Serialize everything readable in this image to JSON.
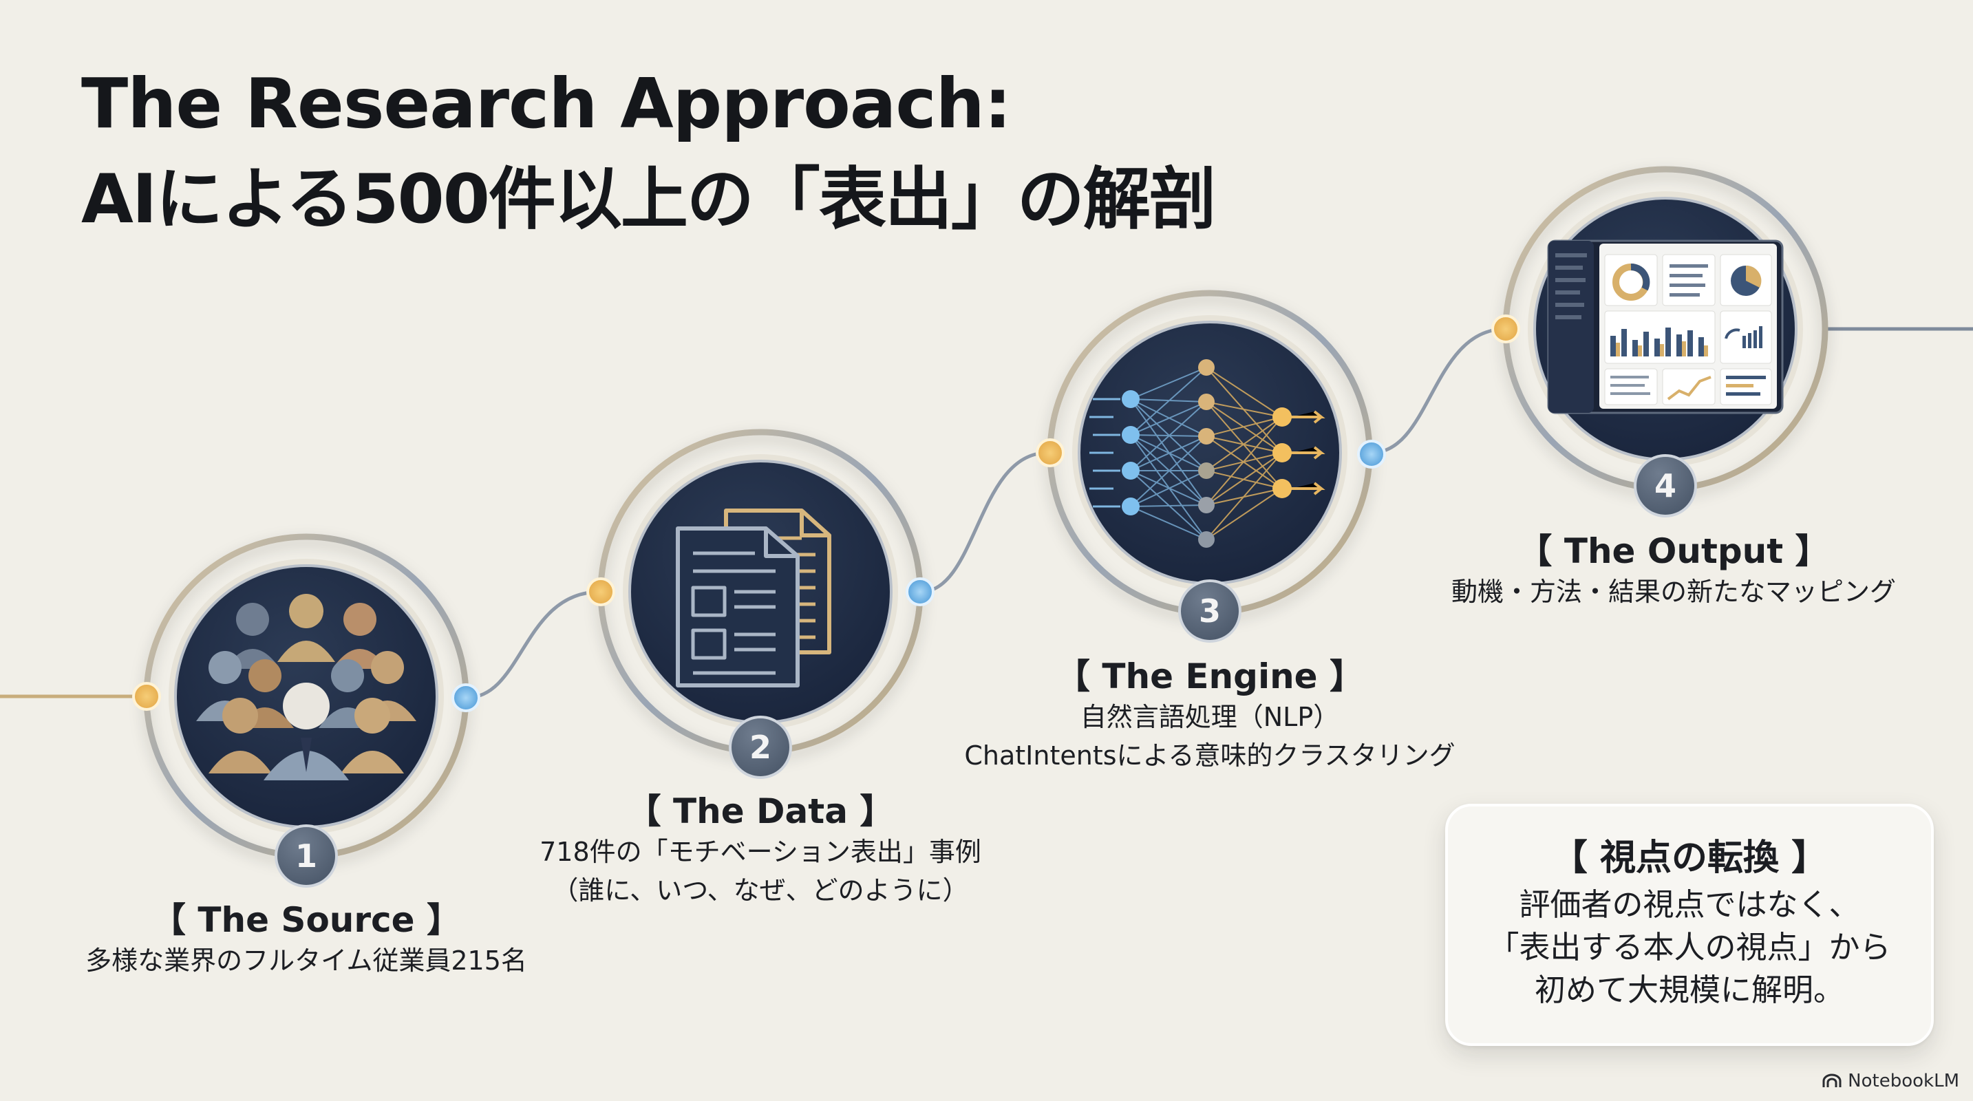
{
  "title": {
    "line1": "The Research Approach:",
    "line2": "AIによる500件以上の「表出」の解剖"
  },
  "steps": [
    {
      "number": "1",
      "heading": "【 The Source 】",
      "lines": [
        "多様な業界のフルタイム従業員215名"
      ],
      "icon": "people-group-icon"
    },
    {
      "number": "2",
      "heading": "【 The Data 】",
      "lines": [
        "718件の「モチベーション表出」事例",
        "（誰に、いつ、なぜ、どのように）"
      ],
      "icon": "documents-icon"
    },
    {
      "number": "3",
      "heading": "【 The Engine 】",
      "lines": [
        "自然言語処理（NLP）",
        "ChatIntentsによる意味的クラスタリング"
      ],
      "icon": "neural-network-icon"
    },
    {
      "number": "4",
      "heading": "【 The Output 】",
      "lines": [
        "動機・方法・結果の新たなマッピング"
      ],
      "icon": "dashboard-icon"
    }
  ],
  "callout": {
    "title": "【 視点の転換 】",
    "lines": [
      "評価者の視点ではなく、",
      "「表出する本人の視点」から",
      "初めて大規模に解明。"
    ]
  },
  "brand": {
    "name": "NotebookLM",
    "icon": "notebooklm-logo-icon"
  },
  "colors": {
    "background": "#f1efe8",
    "disc": "#1f2c42",
    "ring_gold": "#cdb489",
    "ring_steel": "#8a97a8",
    "gold_dot": "#f0bf63",
    "blue_dot": "#6fb2e6",
    "badge": "#5a6778"
  }
}
